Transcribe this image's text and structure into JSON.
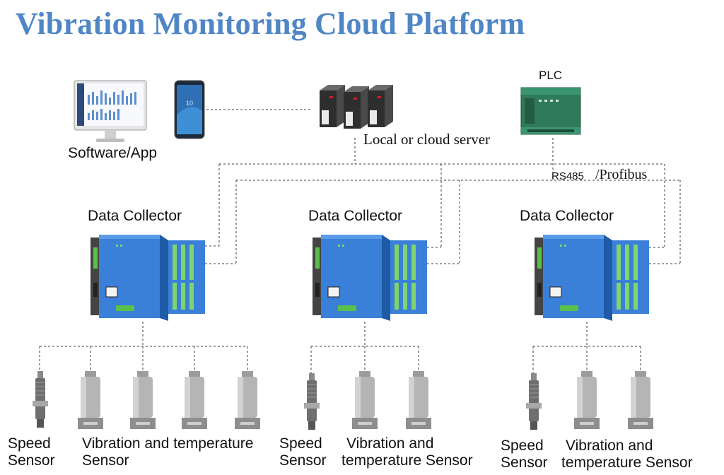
{
  "title": "Vibration Monitoring Cloud Platform",
  "labels": {
    "software_app": "Software/App",
    "server": "Local or cloud server",
    "plc": "PLC",
    "rs485": "RS485",
    "profibus": "/Profibus",
    "collector": "Data Collector",
    "speed_sensor_1": "Speed",
    "speed_sensor_2": "Sensor",
    "vt_sensor_wide": "Vibration and temperature",
    "vt_sensor_wide_2": "Sensor",
    "vt_sensor_1": "Vibration and",
    "vt_sensor_2": "temperature Sensor"
  },
  "colors": {
    "title": "#4f86c6",
    "collector_body": "#3a7fd8",
    "plc_body": "#2f7a5a",
    "wire": "#666666"
  }
}
